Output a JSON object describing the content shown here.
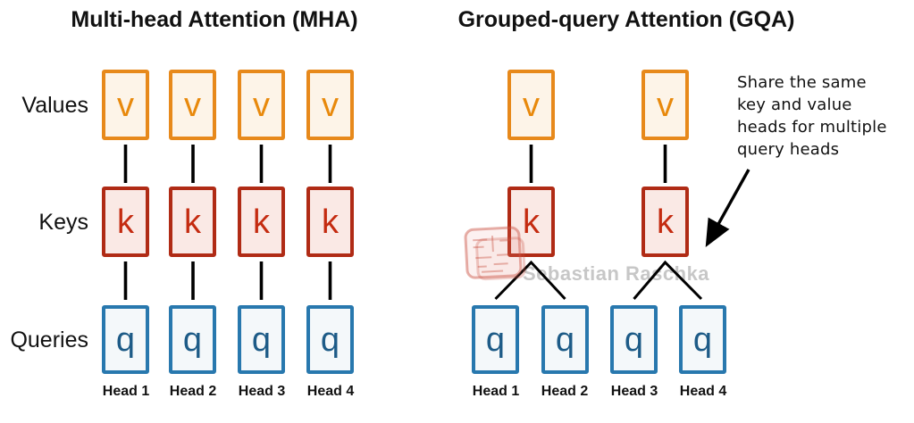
{
  "palette": {
    "orange-border": "#E7891B",
    "orange-fill": "#FDF4E8",
    "orange-letter": "#E8890C",
    "red-border": "#B02B15",
    "red-fill": "#FAE9E5",
    "red-letter": "#C42B10",
    "blue-border": "#2878AE",
    "blue-fill": "#F4F8FA",
    "blue-letter": "#1D5B87",
    "line-color": "#000000",
    "watermark-color": "#B5B5B5"
  },
  "letters": {
    "value": "v",
    "key": "k",
    "query": "q"
  },
  "row_labels": {
    "values": "Values",
    "keys": "Keys",
    "queries": "Queries"
  },
  "mha": {
    "title": "Multi-head Attention (MHA)",
    "heads": [
      "Head 1",
      "Head 2",
      "Head 3",
      "Head 4"
    ]
  },
  "gqa": {
    "title": "Grouped-query Attention (GQA)",
    "heads": [
      "Head 1",
      "Head 2",
      "Head 3",
      "Head 4"
    ]
  },
  "annotation": {
    "lines": [
      "Share the same",
      "key and value",
      "heads for multiple",
      "query heads"
    ]
  },
  "watermark": "Sebastian Raschka"
}
